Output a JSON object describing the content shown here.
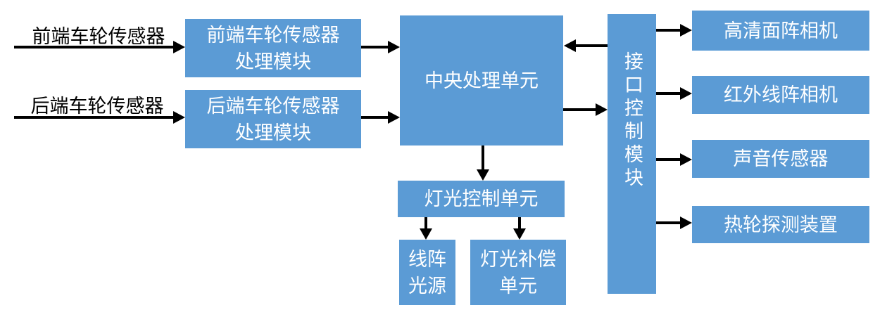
{
  "colors": {
    "node_fill": "#5B9BD5",
    "node_text": "#FFFFFF",
    "arrow": "#000000",
    "input_label_text": "#000000",
    "background": "#FFFFFF"
  },
  "inputs": [
    {
      "id": "front-wheel-sensor-input",
      "label": "前端车轮传感器"
    },
    {
      "id": "rear-wheel-sensor-input",
      "label": "后端车轮传感器"
    }
  ],
  "nodes": {
    "front_processing": {
      "label": "前端车轮传感器\n处理模块"
    },
    "rear_processing": {
      "label": "后端车轮传感器\n处理模块"
    },
    "cpu": {
      "label": "中央处理单元"
    },
    "light_control": {
      "label": "灯光控制单元"
    },
    "line_light_source": {
      "label": "线阵\n光源"
    },
    "light_compensation": {
      "label": "灯光补偿\n单元"
    },
    "interface_module": {
      "label": "接口控制模块"
    },
    "hd_area_camera": {
      "label": "高清面阵相机"
    },
    "infrared_line_camera": {
      "label": "红外线阵相机"
    },
    "sound_sensor": {
      "label": "声音传感器"
    },
    "hot_wheel_detector": {
      "label": "热轮探测装置"
    }
  },
  "edges": [
    {
      "from": "front-wheel-sensor-input",
      "to": "front-processing-module"
    },
    {
      "from": "rear-wheel-sensor-input",
      "to": "rear-processing-module"
    },
    {
      "from": "front-processing-module",
      "to": "cpu"
    },
    {
      "from": "rear-processing-module",
      "to": "cpu"
    },
    {
      "from": "interface-module",
      "to": "cpu"
    },
    {
      "from": "cpu",
      "to": "interface-module"
    },
    {
      "from": "cpu",
      "to": "light-control-unit"
    },
    {
      "from": "light-control-unit",
      "to": "line-light-source"
    },
    {
      "from": "light-control-unit",
      "to": "light-compensation-unit"
    },
    {
      "from": "interface-module",
      "to": "hd-area-camera"
    },
    {
      "from": "interface-module",
      "to": "infrared-line-camera"
    },
    {
      "from": "interface-module",
      "to": "sound-sensor"
    },
    {
      "from": "interface-module",
      "to": "hot-wheel-detector"
    }
  ]
}
